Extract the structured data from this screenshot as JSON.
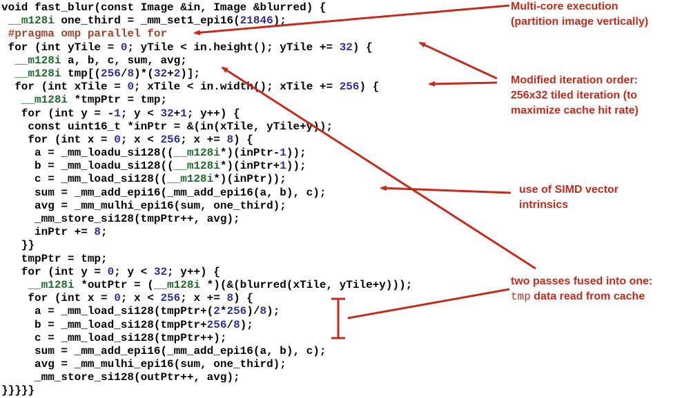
{
  "code_lines": [
    [
      [
        "void fast_blur(",
        "tok"
      ],
      [
        "const",
        "kw"
      ],
      [
        " Image &in, Image &blurred) {",
        "tok"
      ]
    ],
    [
      [
        " ",
        "tok"
      ],
      [
        "__m128i",
        "typ"
      ],
      [
        " one_third = _mm_set1_epi16(",
        "tok"
      ],
      [
        "21846",
        "num"
      ],
      [
        ");",
        "tok"
      ]
    ],
    [
      [
        " #pragma omp parallel for",
        "prag"
      ]
    ],
    [
      [
        " for (int yTile = ",
        "tok"
      ],
      [
        "0",
        "num"
      ],
      [
        "; yTile < in.height(); yTile += ",
        "tok"
      ],
      [
        "32",
        "num"
      ],
      [
        ") {",
        "tok"
      ]
    ],
    [
      [
        "  ",
        "tok"
      ],
      [
        "__m128i",
        "typ"
      ],
      [
        " a, b, c, sum, avg;",
        "tok"
      ]
    ],
    [
      [
        "  ",
        "tok"
      ],
      [
        "__m128i",
        "typ"
      ],
      [
        " tmp[(",
        "tok"
      ],
      [
        "256",
        "num"
      ],
      [
        "/",
        "tok"
      ],
      [
        "8",
        "num"
      ],
      [
        ")*(",
        "tok"
      ],
      [
        "32",
        "num"
      ],
      [
        "+",
        "tok"
      ],
      [
        "2",
        "num"
      ],
      [
        ")];",
        "tok"
      ]
    ],
    [
      [
        "  for (int xTile = ",
        "tok"
      ],
      [
        "0",
        "num"
      ],
      [
        "; xTile < in.width(); xTile += ",
        "tok"
      ],
      [
        "256",
        "num"
      ],
      [
        ") {",
        "tok"
      ]
    ],
    [
      [
        "   ",
        "tok"
      ],
      [
        "__m128i",
        "typ"
      ],
      [
        " *tmpPtr = tmp;",
        "tok"
      ]
    ],
    [
      [
        "   for (int y = -",
        "tok"
      ],
      [
        "1",
        "num"
      ],
      [
        "; y < ",
        "tok"
      ],
      [
        "32",
        "num"
      ],
      [
        "+",
        "tok"
      ],
      [
        "1",
        "num"
      ],
      [
        "; y++) {",
        "tok"
      ]
    ],
    [
      [
        "    const uint16_t *inPtr = &(in(xTile, yTile+y));",
        "tok"
      ]
    ],
    [
      [
        "    for (int x = ",
        "tok"
      ],
      [
        "0",
        "num"
      ],
      [
        "; x < ",
        "tok"
      ],
      [
        "256",
        "num"
      ],
      [
        "; x += ",
        "tok"
      ],
      [
        "8",
        "num"
      ],
      [
        ") {",
        "tok"
      ]
    ],
    [
      [
        "     a = _mm_loadu_si128((",
        "tok"
      ],
      [
        "__m128i",
        "typ"
      ],
      [
        "*)(inPtr-",
        "tok"
      ],
      [
        "1",
        "num"
      ],
      [
        "));",
        "tok"
      ]
    ],
    [
      [
        "     b = _mm_loadu_si128((",
        "tok"
      ],
      [
        "__m128i",
        "typ"
      ],
      [
        "*)(inPtr+",
        "tok"
      ],
      [
        "1",
        "num"
      ],
      [
        "));",
        "tok"
      ]
    ],
    [
      [
        "     c = _mm_load_si128((",
        "tok"
      ],
      [
        "__m128i",
        "typ"
      ],
      [
        "*)(inPtr));",
        "tok"
      ]
    ],
    [
      [
        "     sum = _mm_add_epi16(_mm_add_epi16(a, b), c);",
        "tok"
      ]
    ],
    [
      [
        "     avg = _mm_mulhi_epi16(sum, one_third);",
        "tok"
      ]
    ],
    [
      [
        "     _mm_store_si128(tmpPtr++, avg);",
        "tok"
      ]
    ],
    [
      [
        "     inPtr += ",
        "tok"
      ],
      [
        "8",
        "num"
      ],
      [
        ";",
        "tok"
      ]
    ],
    [
      [
        "   }}",
        "tok"
      ]
    ],
    [
      [
        "   tmpPtr = tmp;",
        "tok"
      ]
    ],
    [
      [
        "   for (int y = ",
        "tok"
      ],
      [
        "0",
        "num"
      ],
      [
        "; y < ",
        "tok"
      ],
      [
        "32",
        "num"
      ],
      [
        "; y++) {",
        "tok"
      ]
    ],
    [
      [
        "    ",
        "tok"
      ],
      [
        "__m128i",
        "typ"
      ],
      [
        " *outPtr = (",
        "tok"
      ],
      [
        "__m128i",
        "typ"
      ],
      [
        " *)(&(blurred(xTile, yTile+y)));",
        "tok"
      ]
    ],
    [
      [
        "    for (int x = ",
        "tok"
      ],
      [
        "0",
        "num"
      ],
      [
        "; x < ",
        "tok"
      ],
      [
        "256",
        "num"
      ],
      [
        "; x += ",
        "tok"
      ],
      [
        "8",
        "num"
      ],
      [
        ") {",
        "tok"
      ]
    ],
    [
      [
        "     a = _mm_load_si128(tmpPtr+(",
        "tok"
      ],
      [
        "2",
        "num"
      ],
      [
        "*",
        "tok"
      ],
      [
        "256",
        "num"
      ],
      [
        ")/",
        "tok"
      ],
      [
        "8",
        "num"
      ],
      [
        ");",
        "tok"
      ]
    ],
    [
      [
        "     b = _mm_load_si128(tmpPtr+",
        "tok"
      ],
      [
        "256",
        "num"
      ],
      [
        "/",
        "tok"
      ],
      [
        "8",
        "num"
      ],
      [
        ");",
        "tok"
      ]
    ],
    [
      [
        "     c = _mm_load_si128(tmpPtr++);",
        "tok"
      ]
    ],
    [
      [
        "     sum = _mm_add_epi16(_mm_add_epi16(a, b), c);",
        "tok"
      ]
    ],
    [
      [
        "     avg = _mm_mulhi_epi16(sum, one_third);",
        "tok"
      ]
    ],
    [
      [
        "     _mm_store_si128(outPtr++, avg);",
        "tok"
      ]
    ],
    [
      [
        "}}}}}",
        "tok"
      ]
    ]
  ],
  "annotations": {
    "multicore": [
      "Multi-core execution",
      "(partition image vertically)"
    ],
    "iteration": [
      "Modified iteration order:",
      "256x32 tiled iteration (to",
      "maximize cache hit rate)"
    ],
    "simd": [
      "use of SIMD vector",
      "intrinsics"
    ],
    "fused_line1": "two passes fused into one:",
    "fused_code": "tmp",
    "fused_rest": " data read from cache"
  },
  "colors": {
    "annotation": "#c42b1c",
    "type": "#1f6b2a",
    "number": "#2e2e9e",
    "pragma": "#a0442a"
  }
}
